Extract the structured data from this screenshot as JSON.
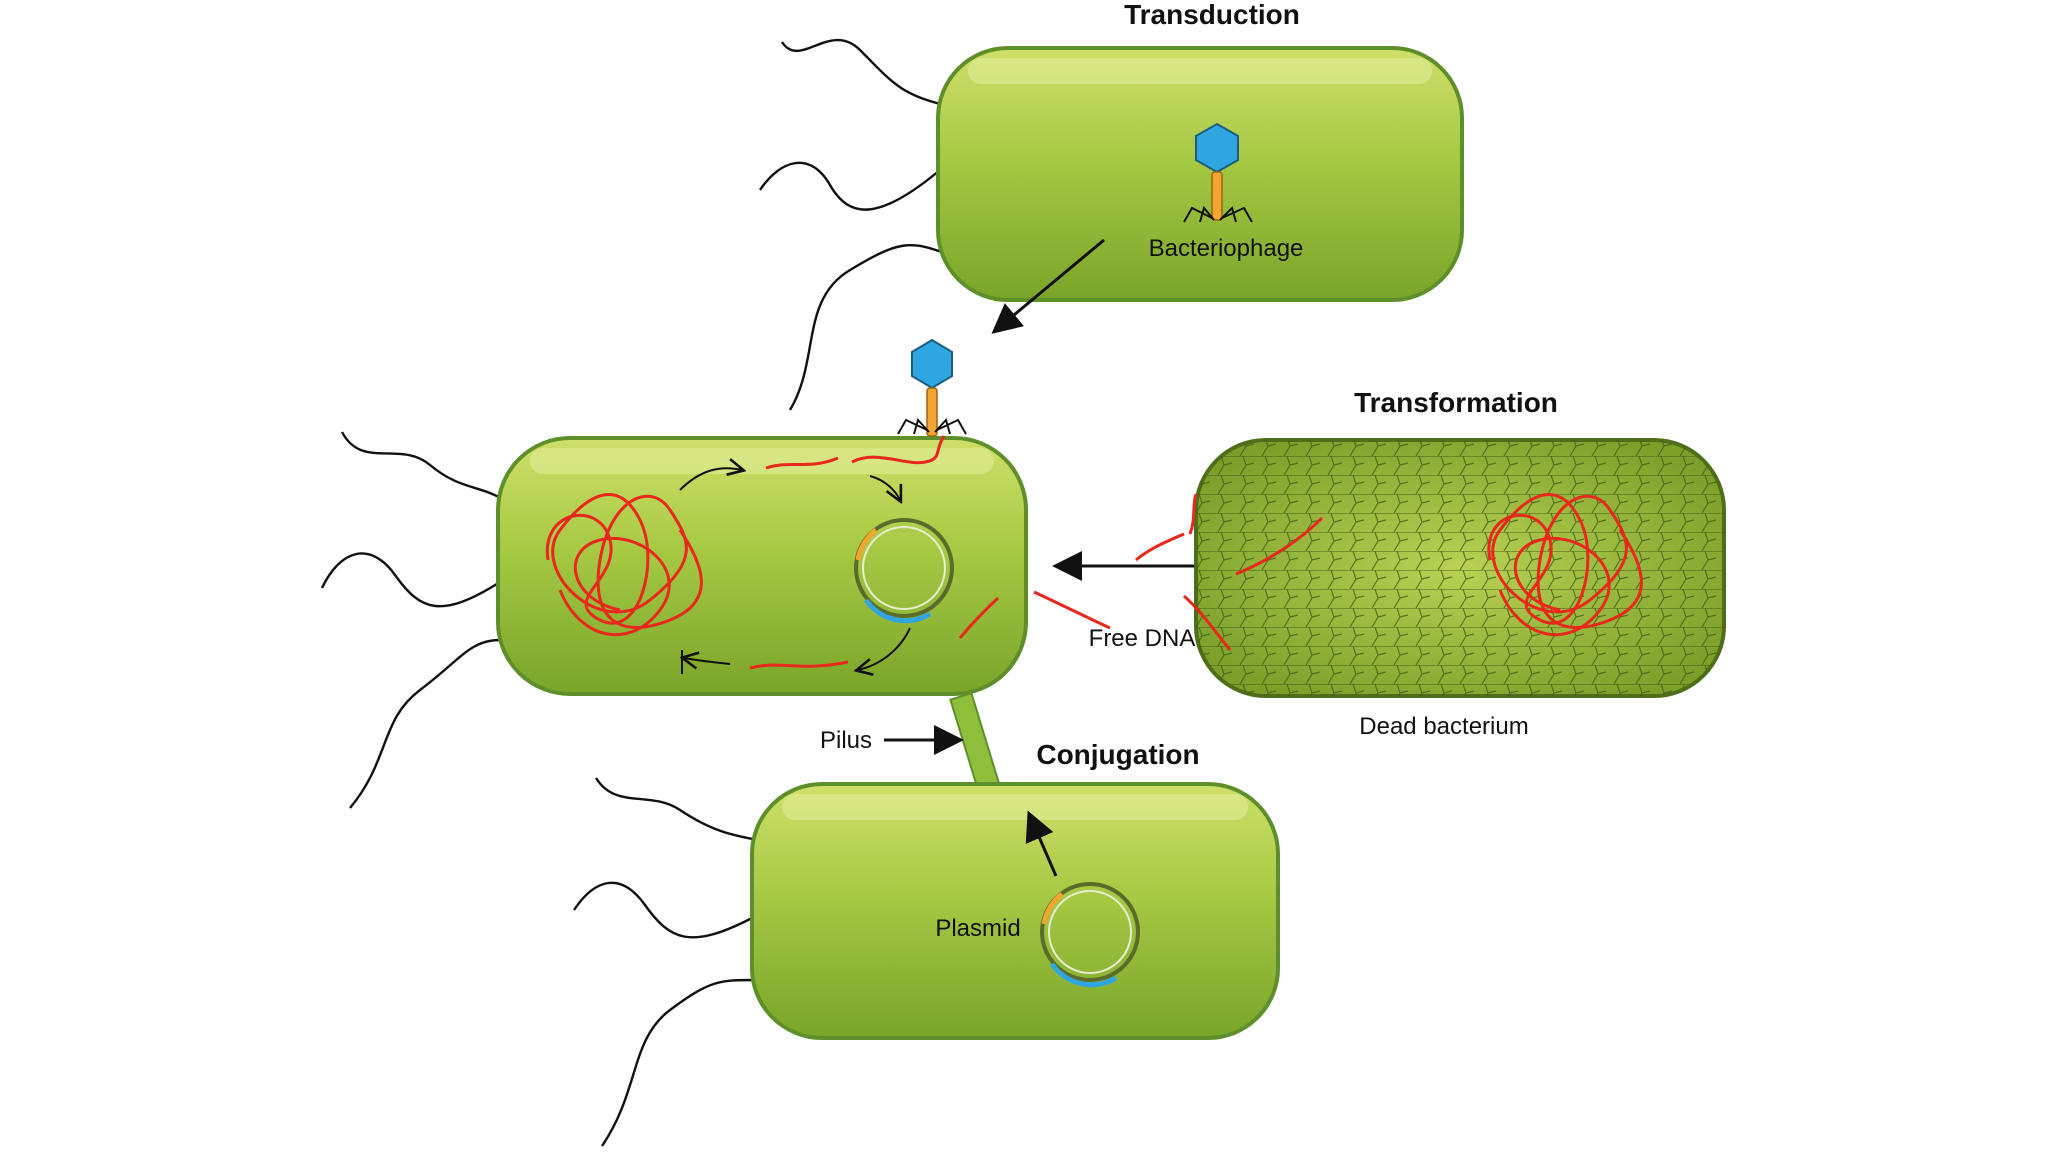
{
  "labels": {
    "transduction": "Transduction",
    "transformation": "Transformation",
    "conjugation": "Conjugation",
    "bacteriophage": "Bacteriophage",
    "free_dna": "Free DNA",
    "dead_bacterium": "Dead bacterium",
    "pilus": "Pilus",
    "plasmid": "Plasmid"
  },
  "colors": {
    "cell_fill_light": "#c2d95a",
    "cell_fill_mid": "#99c33c",
    "cell_fill_dark": "#6e9a22",
    "cell_outline": "#5f8f2b",
    "phage_head": "#2fa6e0",
    "phage_tail": "#f2a531",
    "dna": "#e8281c",
    "flagellum": "#111111",
    "arrow": "#111111",
    "plasmid_orange": "#f2a531",
    "plasmid_blue": "#2fa6e0",
    "dead_cell_fill": "#8fb33a",
    "dead_cell_grid": "#3f5a16"
  }
}
